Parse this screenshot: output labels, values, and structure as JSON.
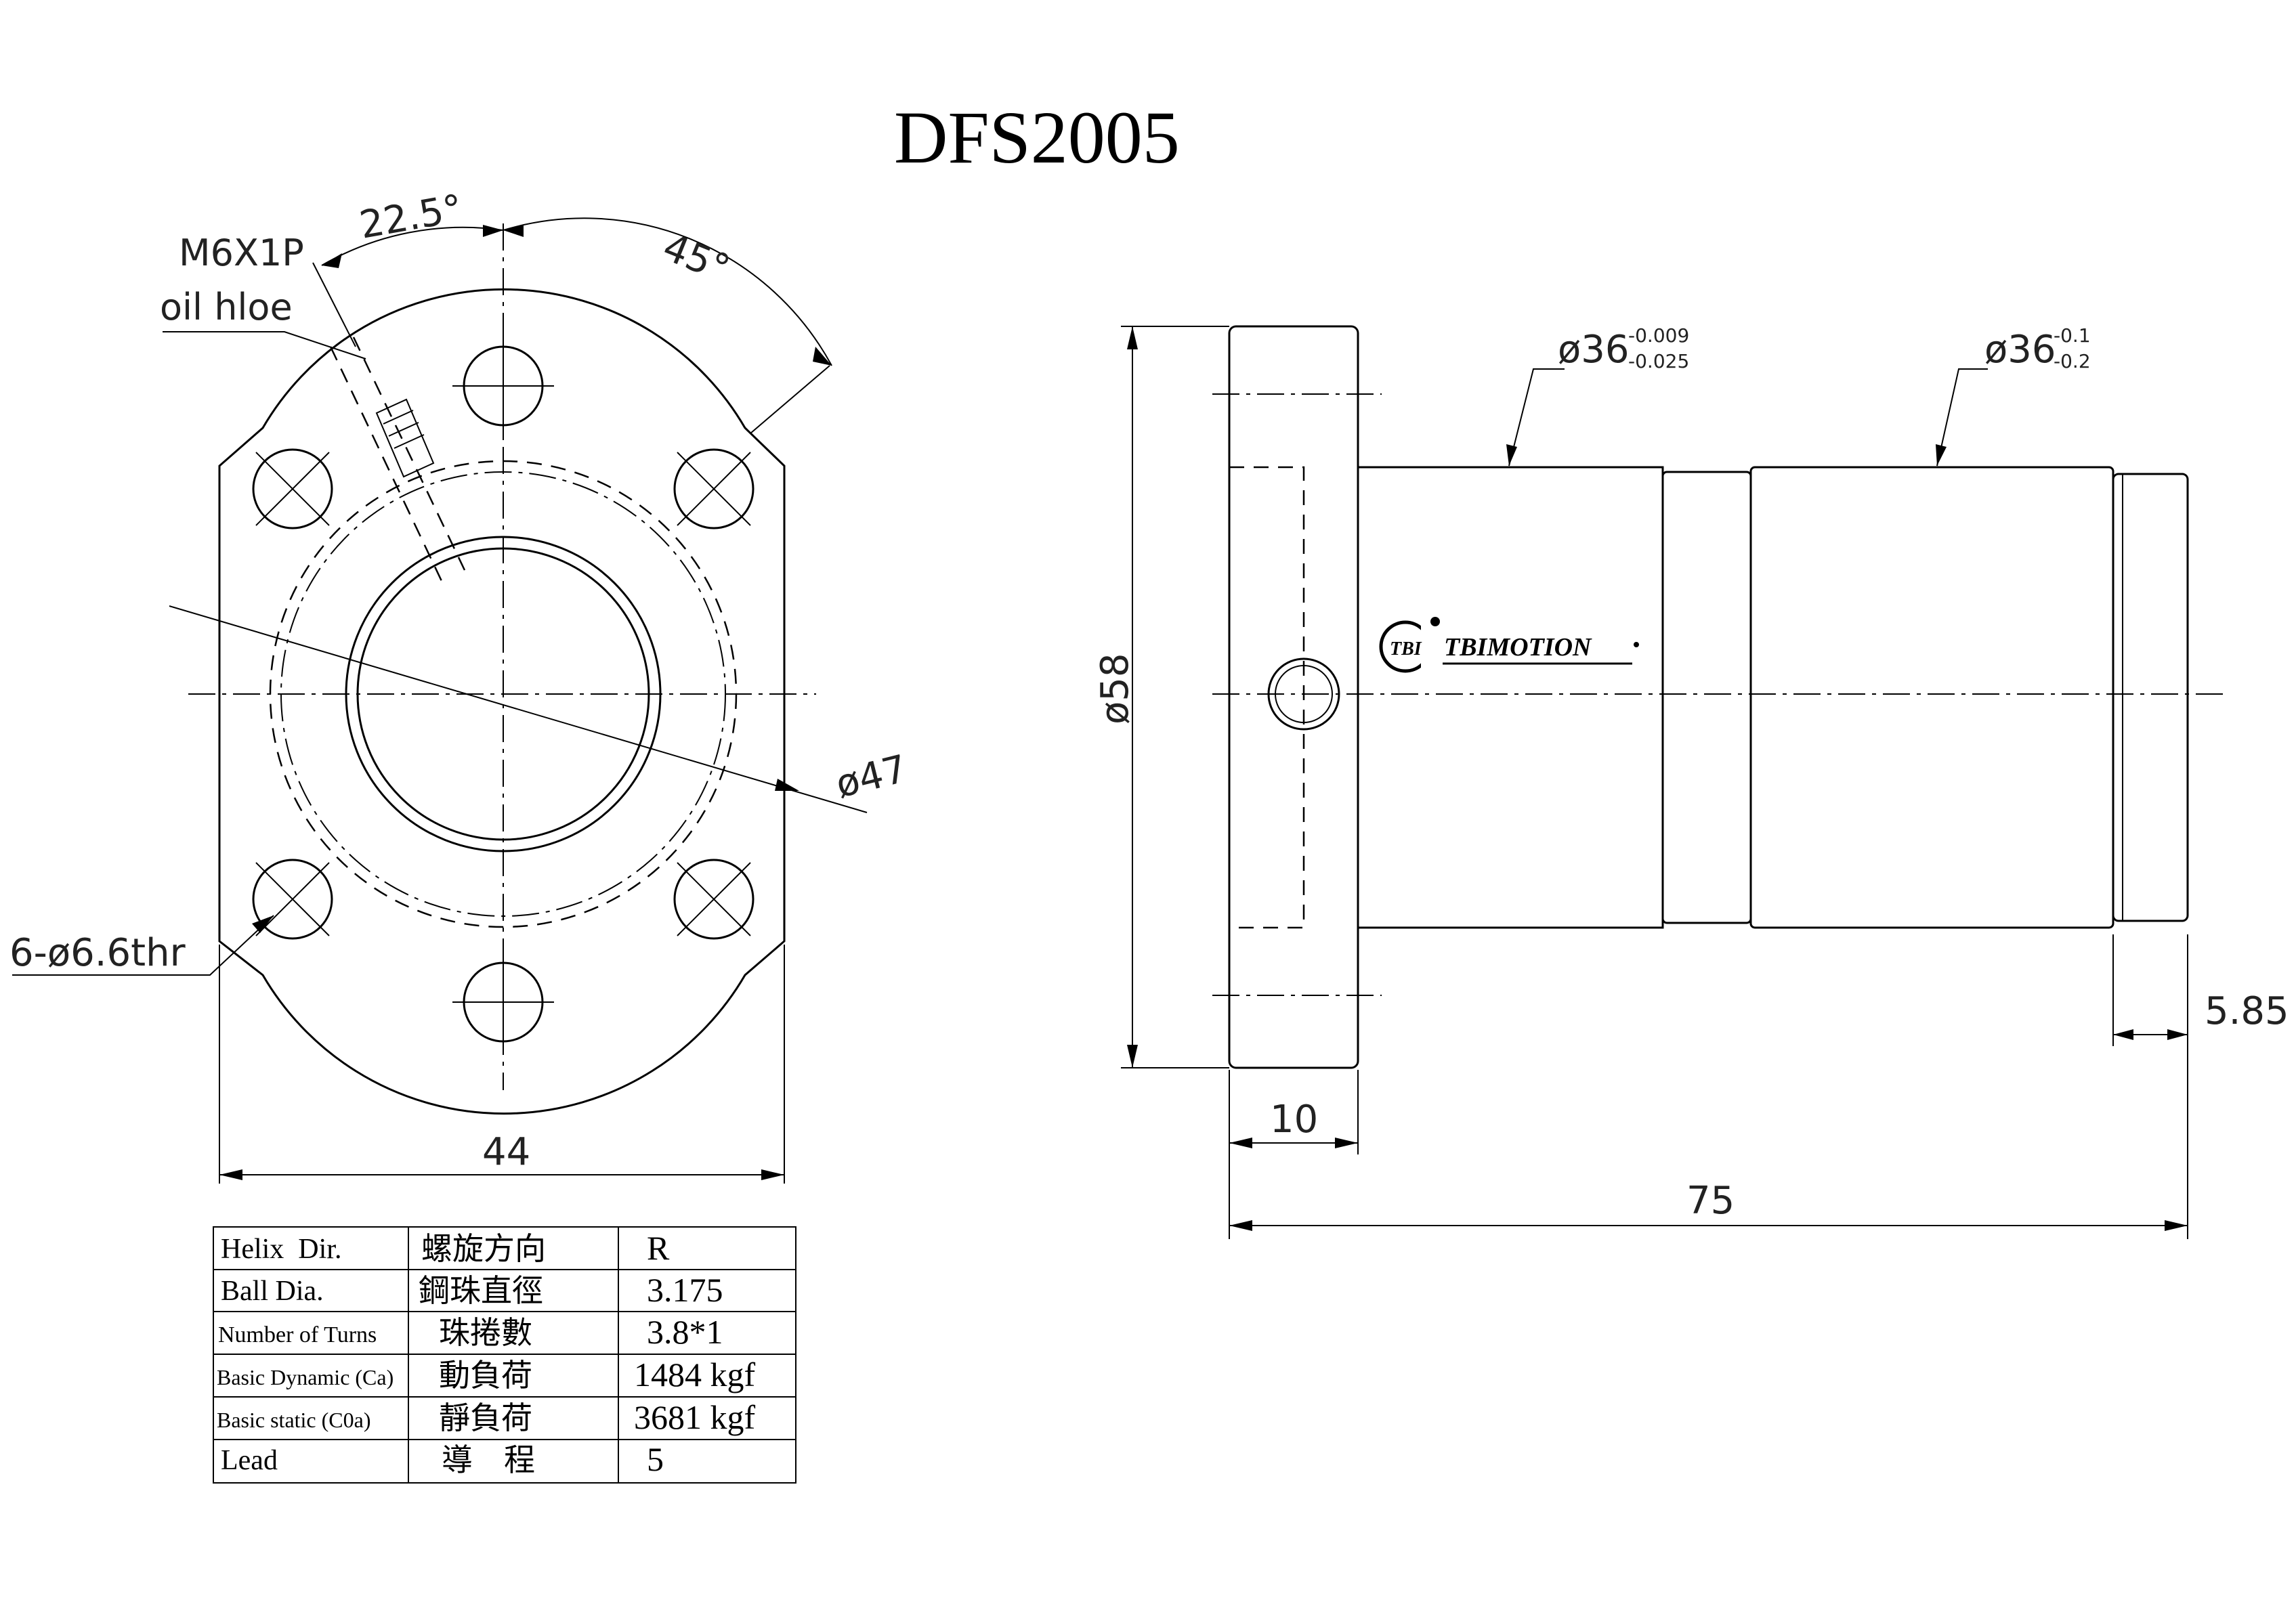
{
  "title": "DFS2005",
  "front_view": {
    "angle_small": "22.5°",
    "angle_large": "45°",
    "oil_hole_label_1": "M6X1P",
    "oil_hole_label_2": "oil hloe",
    "flange_diameter": "ø47",
    "bolt_holes": "6-ø6.6thr",
    "width": "44"
  },
  "side_view": {
    "body_diameter_main": "ø36",
    "body_tol_upper": "-0.009",
    "body_tol_lower": "-0.025",
    "end_diameter_main": "ø36",
    "end_tol_upper": "-0.1",
    "end_tol_lower": "-0.2",
    "flange_height": "ø58",
    "flange_thickness": "10",
    "total_length": "75",
    "end_step": "5.85",
    "logo_text": "TBIMOTION",
    "logo_mark": "TBI"
  },
  "spec_table": {
    "rows": [
      {
        "en": "Helix  Dir.",
        "zh": "螺旋方向",
        "value": "R"
      },
      {
        "en": "Ball Dia.",
        "zh": "鋼珠直徑",
        "value": "3.175"
      },
      {
        "en": "Number of Turns",
        "zh": "珠捲數",
        "value": "3.8*1"
      },
      {
        "en": "Basic Dynamic (Ca)",
        "zh": "動負荷",
        "value": "1484 kgf"
      },
      {
        "en": "Basic static (C0a)",
        "zh": "靜負荷",
        "value": "3681 kgf"
      },
      {
        "en": "Lead",
        "zh": "導　程",
        "value": "5"
      }
    ]
  }
}
